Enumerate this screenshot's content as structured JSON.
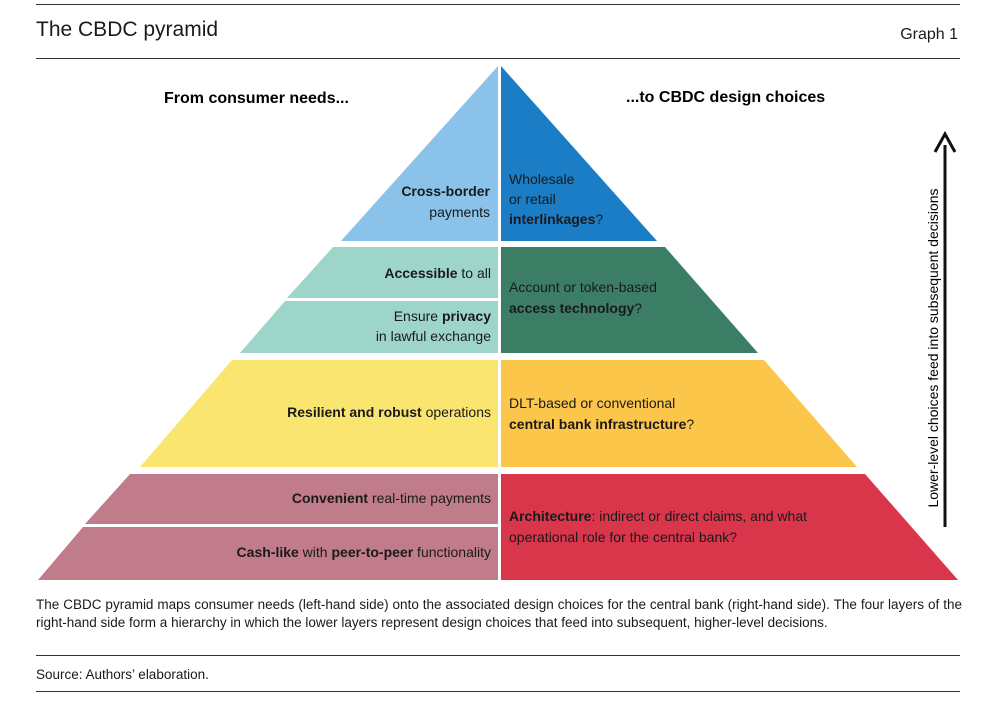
{
  "header": {
    "title": "The CBDC pyramid",
    "graph_label": "Graph 1"
  },
  "diagram": {
    "left_heading": "From consumer needs...",
    "right_heading": "...to CBDC design choices",
    "arrow_label": "Lower-level choices feed into subsequent decisions",
    "levels": [
      {
        "name": "top",
        "colors": {
          "left": "#8ac2ea",
          "right": "#1a7dc6"
        },
        "left": [
          [
            {
              "t": "Cross-border",
              "b": true
            }
          ],
          [
            {
              "t": "payments",
              "b": false
            }
          ]
        ],
        "right": [
          [
            {
              "t": "Wholesale",
              "b": false
            }
          ],
          [
            {
              "t": "or retail",
              "b": false
            }
          ],
          [
            {
              "t": "interlinkages",
              "b": true
            },
            {
              "t": "?",
              "b": false
            }
          ]
        ]
      },
      {
        "name": "second",
        "colors": {
          "left": "#9ed5cb",
          "right": "#3c7d66"
        },
        "left_top": [
          [
            {
              "t": "Accessible",
              "b": true
            },
            {
              "t": " to all",
              "b": false
            }
          ]
        ],
        "left_bottom": [
          [
            {
              "t": "Ensure ",
              "b": false
            },
            {
              "t": "privacy",
              "b": true
            }
          ],
          [
            {
              "t": "in lawful exchange",
              "b": false
            }
          ]
        ],
        "right": [
          [
            {
              "t": "Account or token-based",
              "b": false
            }
          ],
          [
            {
              "t": "access technology",
              "b": true
            },
            {
              "t": "?",
              "b": false
            }
          ]
        ]
      },
      {
        "name": "third",
        "colors": {
          "left": "#fbe571",
          "right": "#fcc64a"
        },
        "left": [
          [
            {
              "t": "Resilient and robust",
              "b": true
            },
            {
              "t": " operations",
              "b": false
            }
          ]
        ],
        "right": [
          [
            {
              "t": "DLT-based or conventional",
              "b": false
            }
          ],
          [
            {
              "t": "central bank infrastructure",
              "b": true
            },
            {
              "t": "?",
              "b": false
            }
          ]
        ]
      },
      {
        "name": "base",
        "colors": {
          "left": "#c17c8b",
          "right": "#d9354b"
        },
        "left_top": [
          [
            {
              "t": "Convenient",
              "b": true
            },
            {
              "t": " real-time payments",
              "b": false
            }
          ]
        ],
        "left_bottom": [
          [
            {
              "t": "Cash-like",
              "b": true
            },
            {
              "t": " with ",
              "b": false
            },
            {
              "t": "peer-to-peer",
              "b": true
            },
            {
              "t": " functionality",
              "b": false
            }
          ]
        ],
        "right": [
          [
            {
              "t": "Architecture",
              "b": true
            },
            {
              "t": ": indirect or direct claims, and what",
              "b": false
            }
          ],
          [
            {
              "t": "operational role for the central bank?",
              "b": false
            }
          ]
        ]
      }
    ]
  },
  "caption": "The CBDC pyramid maps consumer needs (left-hand side) onto the associated design choices for the central bank (right-hand side). The four layers of the right-hand side form a hierarchy in which the lower layers represent design choices that feed into subsequent, higher-level decisions.",
  "source": "Source: Authors’ elaboration."
}
